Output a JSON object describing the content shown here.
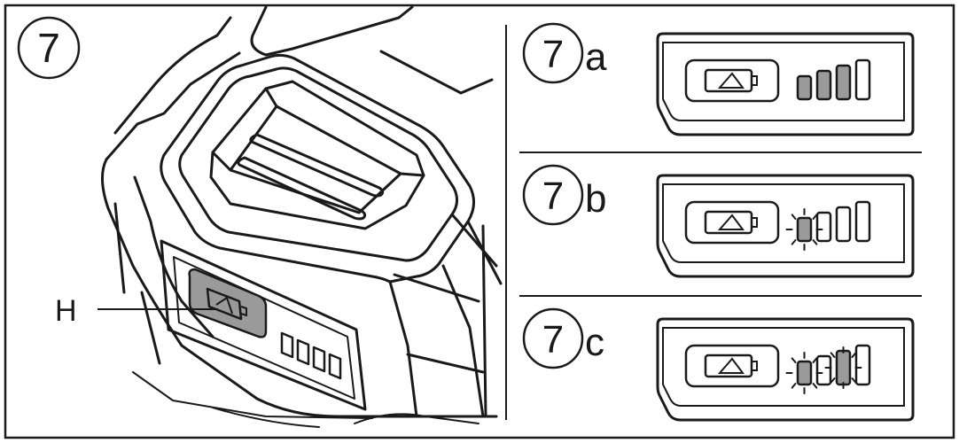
{
  "main_figure": {
    "step_number": "7",
    "callout_label": "H",
    "level_cell_count": 4
  },
  "panels": [
    {
      "step_number": "7",
      "suffix": "a",
      "lit_cells": 3,
      "blinking_cells": []
    },
    {
      "step_number": "7",
      "suffix": "b",
      "lit_cells": 0,
      "blinking_cells": [
        1
      ]
    },
    {
      "step_number": "7",
      "suffix": "c",
      "lit_cells": 0,
      "blinking_cells": [
        1,
        3
      ]
    }
  ],
  "colors": {
    "line": "#1a1a1a",
    "lit_cell": "#9a9a9a",
    "battery_button": "#9a9a9a",
    "background": "#ffffff"
  }
}
